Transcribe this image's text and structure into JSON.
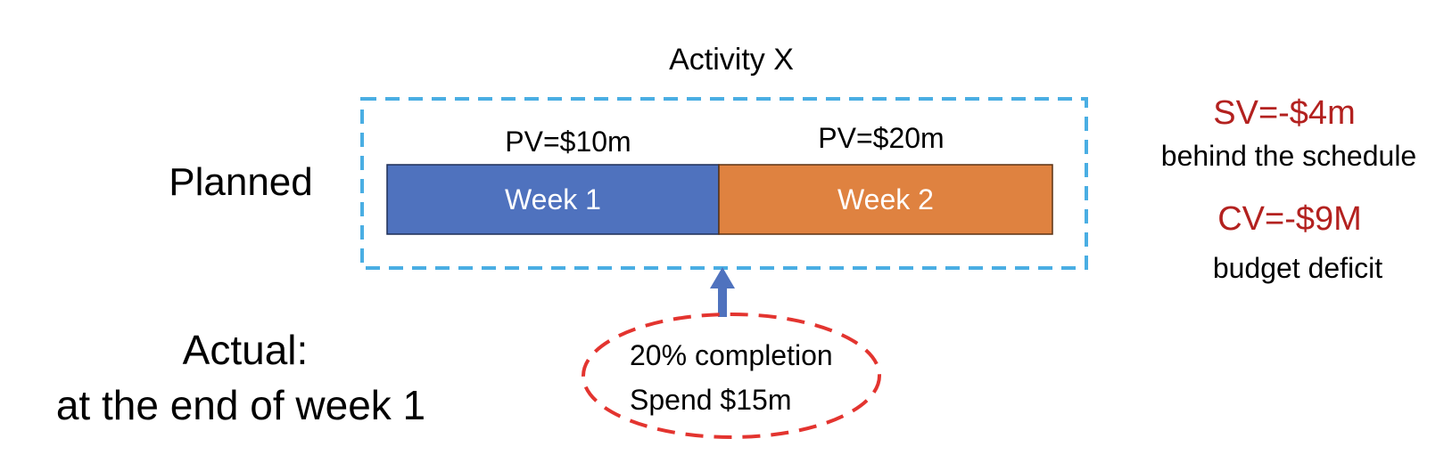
{
  "diagram": {
    "title": "Activity X",
    "planned_label": "Planned",
    "actual_label_line1": "Actual:",
    "actual_label_line2": "at the end of week 1",
    "weeks": [
      {
        "label": "Week 1",
        "pv_label": "PV=$10m",
        "color": "#4f72be"
      },
      {
        "label": "Week 2",
        "pv_label": "PV=$20m",
        "color": "#df8240"
      }
    ],
    "actual_status": {
      "completion": "20% completion",
      "spend": "Spend $15m"
    },
    "variances": {
      "sv": "SV=-$4m",
      "sv_note": "behind the schedule",
      "cv": "CV=-$9M",
      "cv_note": "budget deficit"
    },
    "colors": {
      "dashed_box": "#4aaee3",
      "ellipse": "#e3342f",
      "arrow": "#4f72be",
      "variance_text": "#b3211f"
    }
  }
}
